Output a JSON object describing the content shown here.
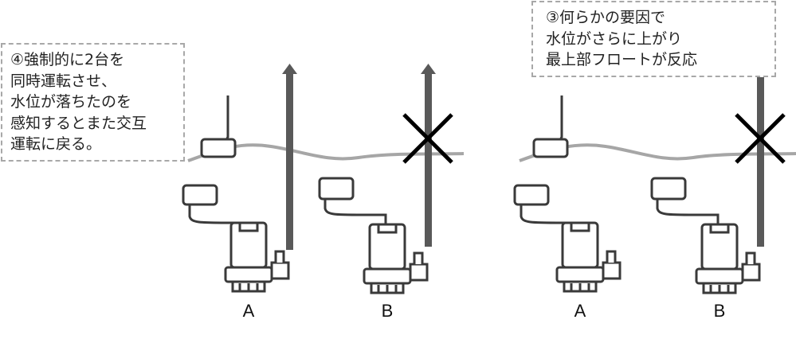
{
  "notes": {
    "left": {
      "lines": [
        "④強制的に2台を",
        "同時運転させ、",
        "水位が落ちたのを",
        "感知するとまた交互",
        "運転に戻る。"
      ]
    },
    "right": {
      "lines": [
        "③何らかの要因で",
        "水位がさらに上がり",
        "最上部フロートが反応"
      ]
    }
  },
  "panels": [
    {
      "pumps": [
        {
          "label": "A"
        },
        {
          "label": "B"
        }
      ]
    },
    {
      "pumps": [
        {
          "label": "A"
        },
        {
          "label": "B"
        }
      ]
    }
  ],
  "colors": {
    "water_line": "#a6a6a6",
    "pole": "#595959",
    "outline": "#3a3a3a",
    "cross": "#000000",
    "note_border": "#a8a8a8"
  }
}
